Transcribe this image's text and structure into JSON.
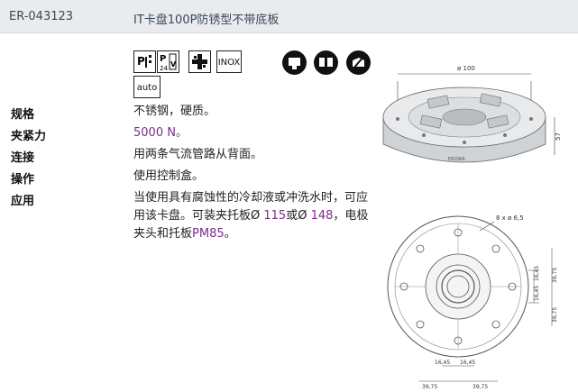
{
  "header": {
    "product_id": "ER-043123",
    "product_title": "IT卡盘100P防锈型不带底板"
  },
  "feature_icons": [
    {
      "name": "pneumatic-p-icon",
      "text": "P"
    },
    {
      "name": "pneumatic-24v-icon",
      "text": "P 24V"
    },
    {
      "name": "clamp-icon",
      "text": ""
    },
    {
      "name": "inox-icon",
      "text": "INOX"
    },
    {
      "name": "auto-icon",
      "text": "auto"
    }
  ],
  "mount_icons": [
    "mount-type-a-icon",
    "mount-type-b-icon",
    "mount-type-c-icon"
  ],
  "specs": {
    "material_label": "规格",
    "material_value": "不锈钢，硬质。",
    "force_label": "夹紧力",
    "force_value": "5000 N。",
    "connection_label": "连接",
    "connection_value": "用两条气流管路从背面。",
    "operation_label": "操作",
    "operation_value": "使用控制盒。",
    "application_label": "应用",
    "application_line1": "当使用具有腐蚀性的冷却液或冲洗水时，可应",
    "application_line2_pre": "用该卡盘。可装夹托板Ø ",
    "application_115": "115",
    "application_or": "或Ø ",
    "application_148": "148",
    "application_line2_post": "，电极",
    "application_line3_pre": "夹头和托板",
    "application_pm85": "PM85",
    "application_line3_post": "。"
  },
  "drawing": {
    "diameter_label": "ø 100",
    "height_label": "57",
    "holes_label": "8 x ø 6,5",
    "dim_1645": "16,45",
    "dim_3975": "39,75",
    "brand": "EROWA"
  },
  "colors": {
    "header_bg": "#e9ebef",
    "accent_purple": "#7a2d8a"
  }
}
